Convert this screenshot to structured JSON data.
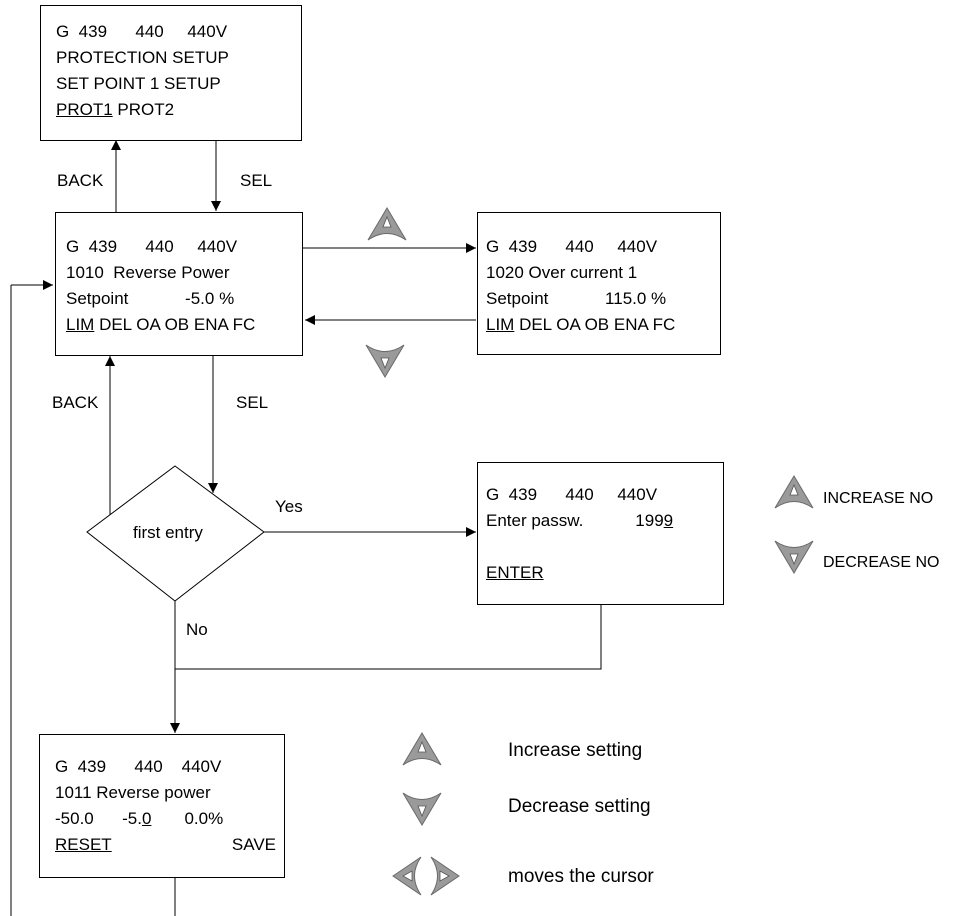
{
  "box_prot": {
    "l1": "G  439      440     440V",
    "l2": "PROTECTION SETUP",
    "l3": "SET POINT 1 SETUP",
    "l4a": "PROT1",
    "l4b": " PROT2"
  },
  "box_rev": {
    "l1": "G  439      440     440V",
    "l2": "1010  Reverse Power",
    "l3": "Setpoint            -5.0 %",
    "l4a": "LIM",
    "l4b": " DEL OA OB ENA FC"
  },
  "box_over": {
    "l1": "G  439      440     440V",
    "l2": "1020 Over current 1",
    "l3": "Setpoint            115.0 %",
    "l4a": "LIM",
    "l4b": " DEL OA OB ENA FC"
  },
  "box_pass": {
    "l1": "G  439      440     440V",
    "l2a": "Enter passw.           199",
    "l2b": "9",
    "l4": "ENTER"
  },
  "box_1011": {
    "l1": "G  439      440    440V",
    "l2": "1011 Reverse power",
    "l3a": "-50.0      -5.",
    "l3b": "0",
    "l3c": "       0.0%",
    "l4a": "RESET",
    "l4b": "SAVE"
  },
  "labels": {
    "back": "BACK",
    "sel": "SEL",
    "decision": "first entry",
    "yes": "Yes",
    "no": "No"
  },
  "legend": {
    "increase_no": "INCREASE NO",
    "decrease_no": "DECREASE NO",
    "increase_setting": "Increase setting",
    "decrease_setting": "Decrease setting",
    "moves_cursor": "moves the cursor"
  },
  "colors": {
    "icon": "#9a9a9a",
    "icon_dark": "#6a6a6a"
  }
}
